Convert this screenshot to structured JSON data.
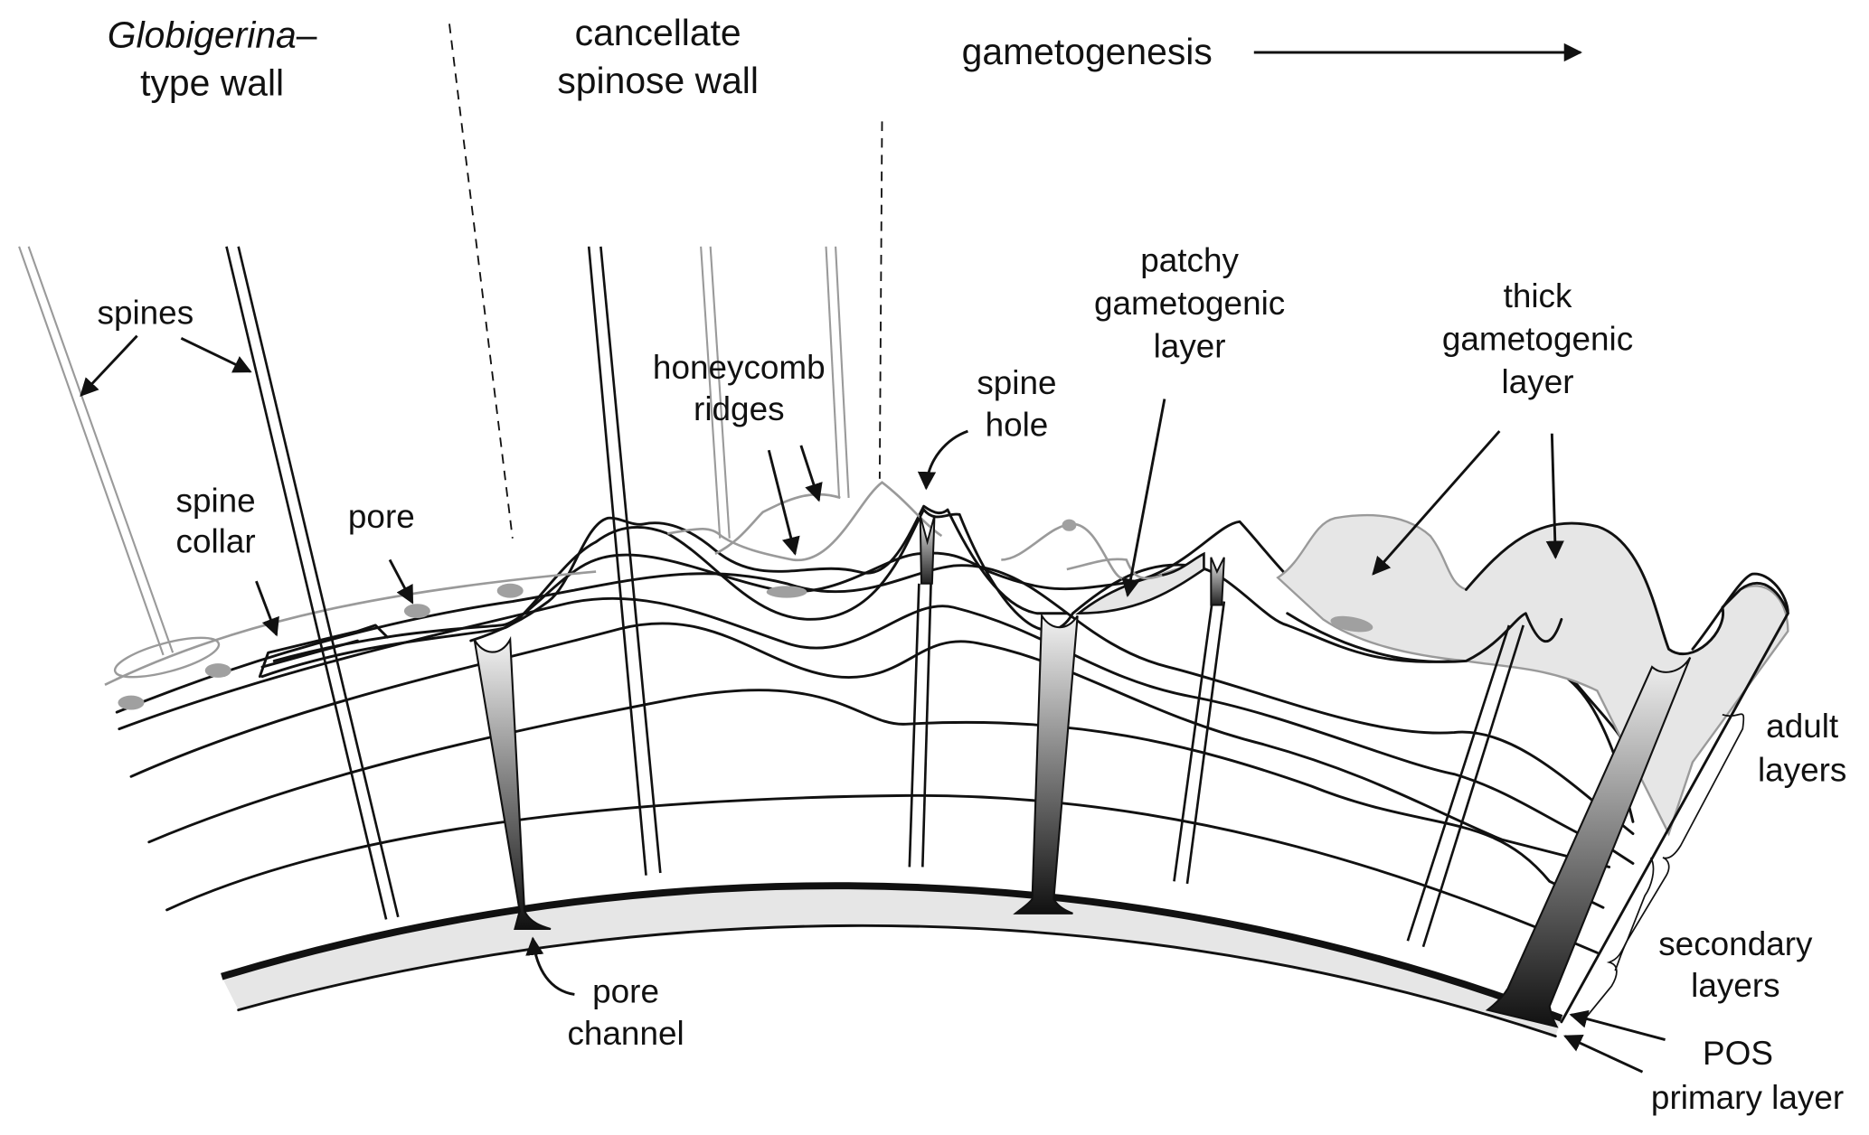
{
  "figure": {
    "headers": {
      "globigerina_italic": "Globigerina",
      "globigerina_dash": "–",
      "globigerina_line2": "type wall",
      "cancellate_line1": "cancellate",
      "cancellate_line2": "spinose wall",
      "gametogenesis": "gametogenesis"
    },
    "labels": {
      "spines": "spines",
      "spine_collar_1": "spine",
      "spine_collar_2": "collar",
      "pore": "pore",
      "honeycomb_1": "honeycomb",
      "honeycomb_2": "ridges",
      "spine_hole_1": "spine",
      "spine_hole_2": "hole",
      "patchy_1": "patchy",
      "patchy_2": "gametogenic",
      "patchy_3": "layer",
      "thick_1": "thick",
      "thick_2": "gametogenic",
      "thick_3": "layer",
      "adult_1": "adult",
      "adult_2": "layers",
      "secondary_1": "secondary",
      "secondary_2": "layers",
      "pos": "POS",
      "primary": "primary layer",
      "pore_channel_1": "pore",
      "pore_channel_2": "channel"
    },
    "colors": {
      "ink": "#111111",
      "grey_outline": "#9a9a9a",
      "pore_fill": "#a0a0a0",
      "layer_fill": "#e6e6e6"
    }
  }
}
